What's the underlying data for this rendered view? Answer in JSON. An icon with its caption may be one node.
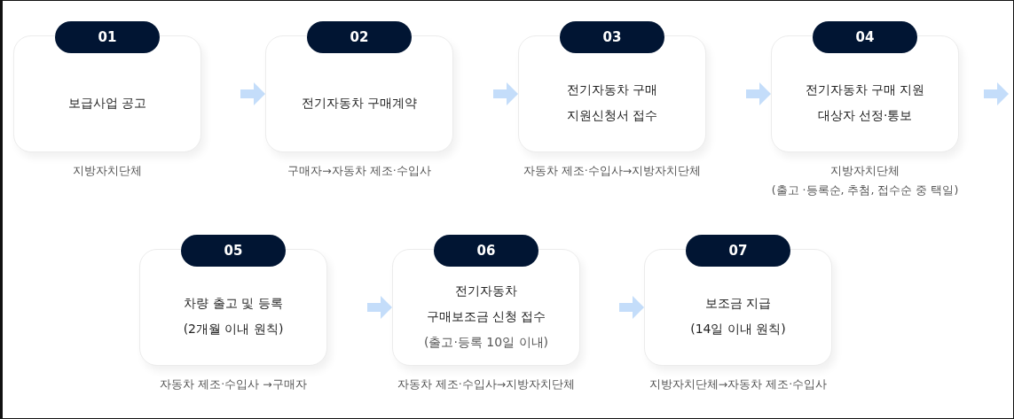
{
  "diagram": {
    "nodes": [
      {
        "text": [
          "01",
          "보급사업 공고"
        ],
        "beside": [
          "지방자치단체"
        ]
      },
      {
        "text": [
          "02",
          "전기자동차 구매계약"
        ],
        "beside": [
          "구매자→자동차 제조·수입사"
        ]
      },
      {
        "text": [
          "03",
          "전기자동차 구매 지원신청서 접수"
        ],
        "beside": [
          "자동차 제조·수입사→지방자치단체"
        ]
      },
      {
        "text": [
          "04",
          "전기자동차 구매 지원 대상자 선정·통보"
        ],
        "beside": [
          "지방자치단체",
          "(출고 ·등록순, 추첨, 접수순 중 택일)"
        ]
      },
      {
        "text": [
          "05",
          "차량 출고 및 등록 (2개월 이내 원칙)"
        ],
        "beside": [
          "자동차 제조·수입사 →구매자"
        ]
      },
      {
        "text": [
          "06",
          "전기자동차 구매보조금 신청 접수",
          "(출고·등록 10일 이내)"
        ],
        "beside": [
          "자동차 제조·수입사→지방자치단체"
        ]
      },
      {
        "text": [
          "07",
          "보조금 지급 (14일 이내 원칙)"
        ],
        "beside": [
          "지방자치단체→자동차 제조·수입사"
        ]
      }
    ],
    "edges": [
      {
        "from": 0,
        "to": 1,
        "arrow": "to"
      },
      {
        "from": 1,
        "to": 2,
        "arrow": "to"
      },
      {
        "from": 2,
        "to": 3,
        "arrow": "to"
      },
      {
        "from": 3,
        "to": null,
        "arrow": "to"
      },
      {
        "from": 4,
        "to": 5,
        "arrow": "to"
      },
      {
        "from": 5,
        "to": 6,
        "arrow": "to"
      }
    ]
  }
}
